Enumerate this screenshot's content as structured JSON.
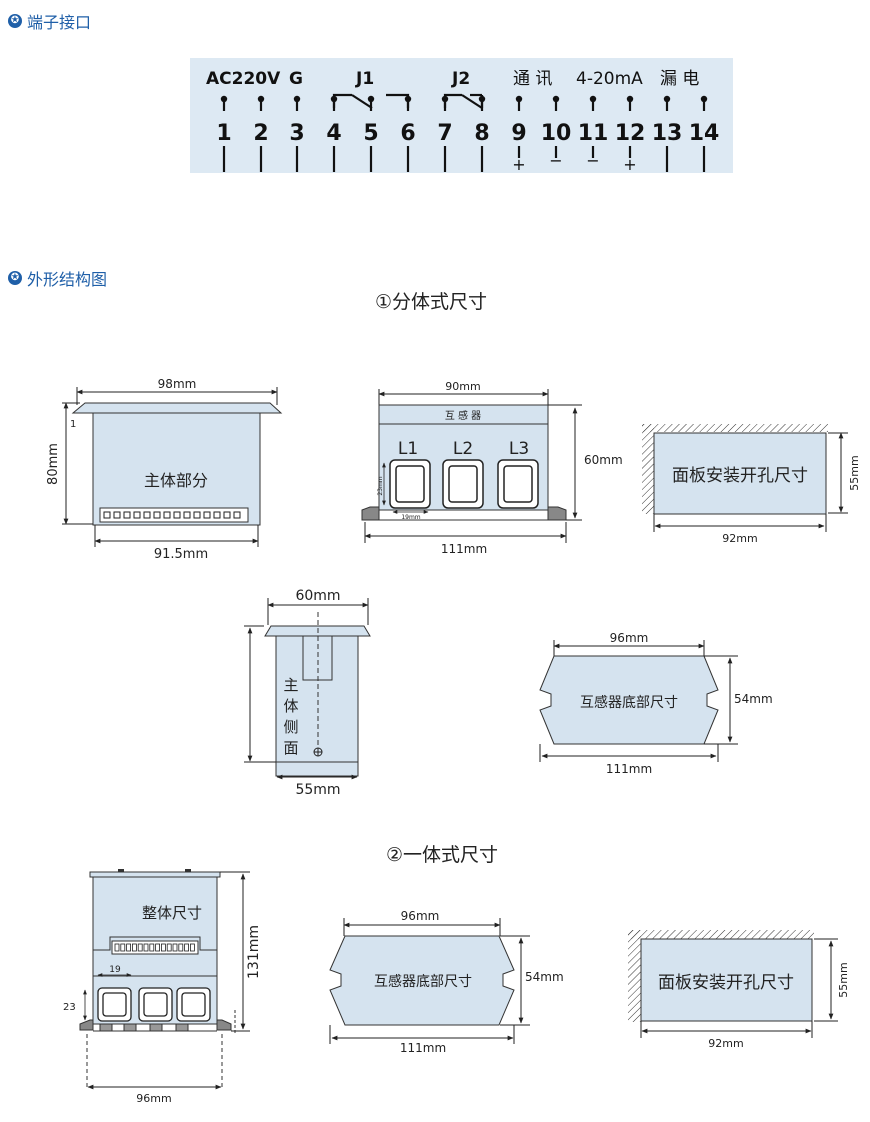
{
  "sections": {
    "terminals_title": "端子接口",
    "outline_title": "外形结构图",
    "split_title": "①分体式尺寸",
    "integrated_title": "②一体式尺寸"
  },
  "terminal_block": {
    "labels": {
      "ac220v": "AC220V",
      "g": "G",
      "j1": "J1",
      "j2": "J2",
      "comm": "通 讯",
      "ma": "4-20mA",
      "leak": "漏 电"
    },
    "numbers": [
      "1",
      "2",
      "3",
      "4",
      "5",
      "6",
      "7",
      "8",
      "9",
      "10",
      "11",
      "12",
      "13",
      "14"
    ],
    "polarity": {
      "t9": "+",
      "t10": "−",
      "t11": "−",
      "t12": "+"
    }
  },
  "split": {
    "main_front": {
      "label": "主体部分",
      "width_top": "98mm",
      "width_bottom": "91.5mm",
      "height": "80mm",
      "small": "1"
    },
    "ct_front": {
      "header": "互 感 器",
      "l1": "L1",
      "l2": "L2",
      "l3": "L3",
      "width_top": "90mm",
      "width_bottom": "111mm",
      "height": "60mm",
      "hole_w": "19mm",
      "hole_h": "23mm"
    },
    "panel_cutout": {
      "label": "面板安装开孔尺寸",
      "width": "92mm",
      "height": "55mm"
    },
    "main_side": {
      "label_chars": [
        "主",
        "体",
        "侧",
        "面"
      ],
      "width_top": "60mm",
      "width_bottom": "55mm"
    },
    "ct_bottom": {
      "label": "互感器底部尺寸",
      "width_top": "96mm",
      "width_bottom": "111mm",
      "height": "54mm"
    }
  },
  "integrated": {
    "whole": {
      "label": "整体尺寸",
      "height": "131mm",
      "width": "96mm",
      "dim19": "19",
      "dim23": "23"
    },
    "ct_bottom": {
      "label": "互感器底部尺寸",
      "width_top": "96mm",
      "width_bottom": "111mm",
      "height": "54mm"
    },
    "panel_cutout": {
      "label": "面板安装开孔尺寸",
      "width": "92mm",
      "height": "55mm"
    }
  }
}
